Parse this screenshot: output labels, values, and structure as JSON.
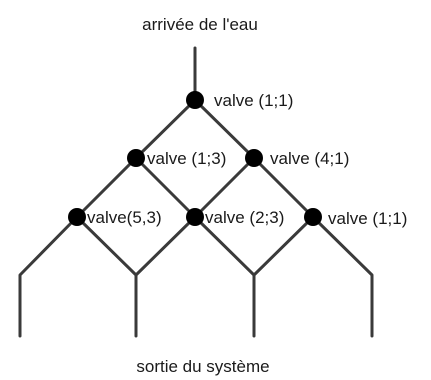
{
  "title": "arrivée de l'eau",
  "footer": "sortie du système",
  "valves": [
    {
      "id": "v-top",
      "label": "valve (1;1)"
    },
    {
      "id": "v-mid-left",
      "label": "valve (1;3)"
    },
    {
      "id": "v-mid-right",
      "label": "valve (4;1)"
    },
    {
      "id": "v-bot-left",
      "label": "valve(5,3)"
    },
    {
      "id": "v-bot-mid",
      "label": "valve (2;3)"
    },
    {
      "id": "v-bot-right",
      "label": "valve (1;1)"
    }
  ],
  "colors": {
    "pipe": "#3a3a3a",
    "valve": "#000000",
    "text": "#1a1a1a"
  }
}
